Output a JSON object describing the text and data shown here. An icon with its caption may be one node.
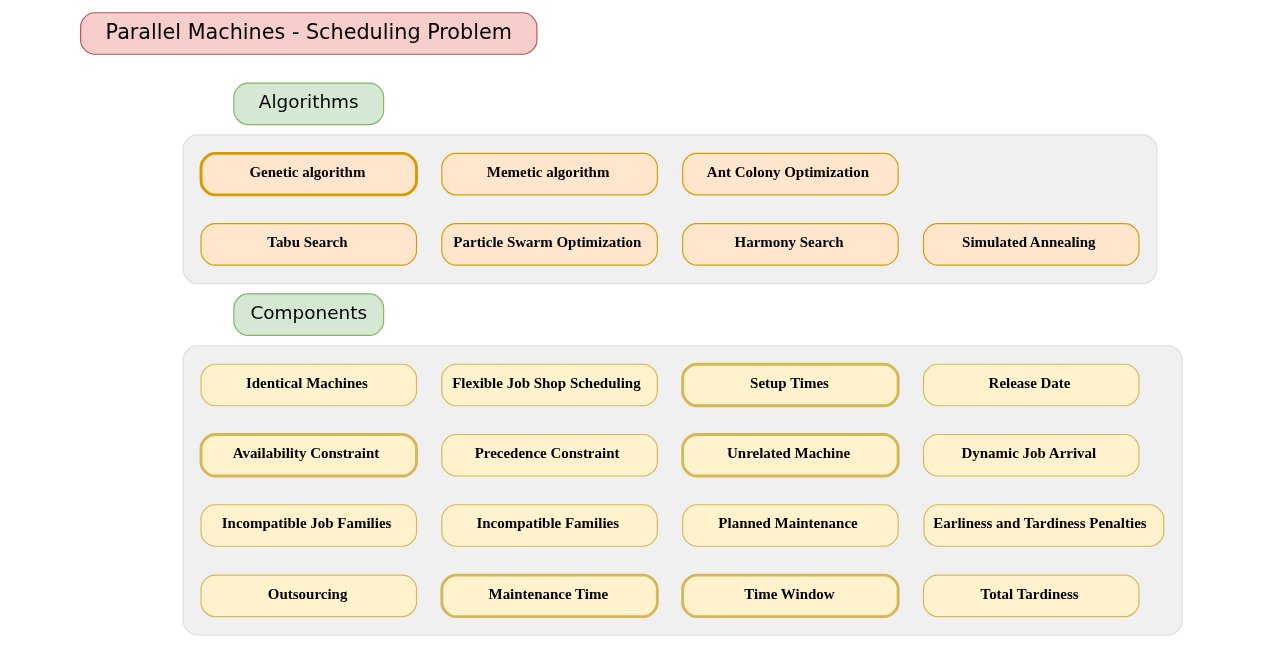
{
  "diagram": {
    "nodes": [
      {
        "text": [
          "Parallel Machines - Scheduling Problem"
        ]
      },
      {
        "text": [
          "Algorithms"
        ]
      },
      {
        "text": [],
        "shape": "box"
      },
      {
        "text": [
          "Genetic algorithm"
        ],
        "in": 2
      },
      {
        "text": [
          "Memetic algorithm"
        ],
        "in": 2
      },
      {
        "text": [
          "Ant Colony Optimization"
        ],
        "in": 2
      },
      {
        "text": [
          "Tabu Search"
        ],
        "in": 2
      },
      {
        "text": [
          "Particle Swarm Optimization"
        ],
        "in": 2
      },
      {
        "text": [
          "Harmony Search"
        ],
        "in": 2
      },
      {
        "text": [
          "Simulated Annealing"
        ],
        "in": 2
      },
      {
        "text": [
          "Components"
        ]
      },
      {
        "text": [],
        "shape": "box"
      },
      {
        "text": [
          "Identical Machines"
        ],
        "in": 11
      },
      {
        "text": [
          "Flexible Job Shop Scheduling"
        ],
        "in": 11
      },
      {
        "text": [
          "Setup Times"
        ],
        "in": 11
      },
      {
        "text": [
          "Release Date"
        ],
        "in": 11
      },
      {
        "text": [
          "Availability Constraint"
        ],
        "in": 11
      },
      {
        "text": [
          "Precedence Constraint"
        ],
        "in": 11
      },
      {
        "text": [
          "Unrelated Machine"
        ],
        "in": 11
      },
      {
        "text": [
          "Dynamic Job Arrival"
        ],
        "in": 11
      },
      {
        "text": [
          "Incompatible Job Families"
        ],
        "in": 11
      },
      {
        "text": [
          "Incompatible Families"
        ],
        "in": 11
      },
      {
        "text": [
          "Planned Maintenance"
        ],
        "in": 11
      },
      {
        "text": [
          "Earliness and Tardiness Penalties"
        ],
        "in": 11
      },
      {
        "text": [
          "Outsourcing"
        ],
        "in": 11
      },
      {
        "text": [
          "Maintenance Time"
        ],
        "in": 11
      },
      {
        "text": [
          "Time Window"
        ],
        "in": 11
      },
      {
        "text": [
          "Total Tardiness"
        ],
        "in": 11
      }
    ],
    "edges": []
  }
}
